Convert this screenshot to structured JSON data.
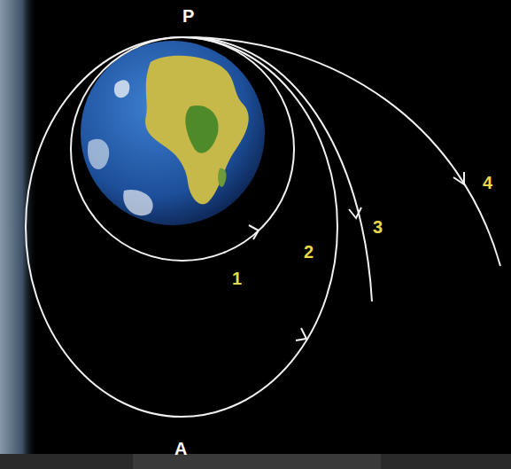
{
  "diagram": {
    "labels": [
      "P",
      "A",
      "1",
      "2",
      "3",
      "4"
    ]
  }
}
